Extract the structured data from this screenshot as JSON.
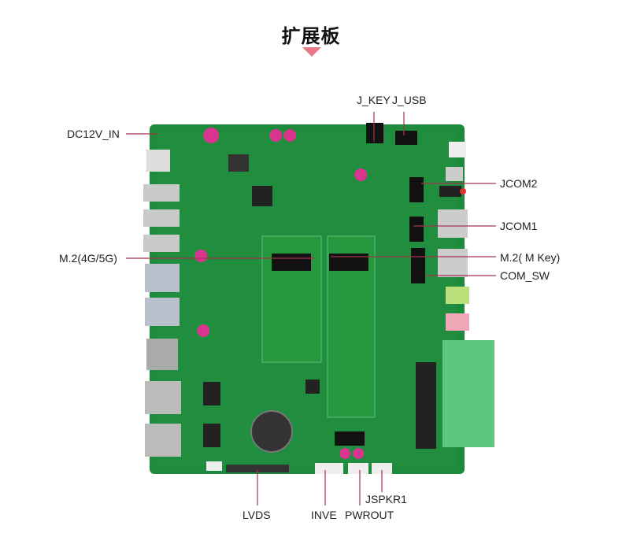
{
  "title": "扩展板",
  "colors": {
    "board": "#1e8a3c",
    "leader_line": "#a3344e",
    "accent_triangle": "#e57a86"
  },
  "labels": {
    "dc12v_in": "DC12V_IN",
    "m2_4g5g": "M.2(4G/5G)",
    "j_key": "J_KEY",
    "j_usb": "J_USB",
    "jcom2": "JCOM2",
    "jcom1": "JCOM1",
    "m2_mkey": "M.2( M Key)",
    "com_sw": "COM_SW",
    "lvds": "LVDS",
    "inve": "INVE",
    "pwrout": "PWROUT",
    "jspkr1": "JSPKR1"
  }
}
